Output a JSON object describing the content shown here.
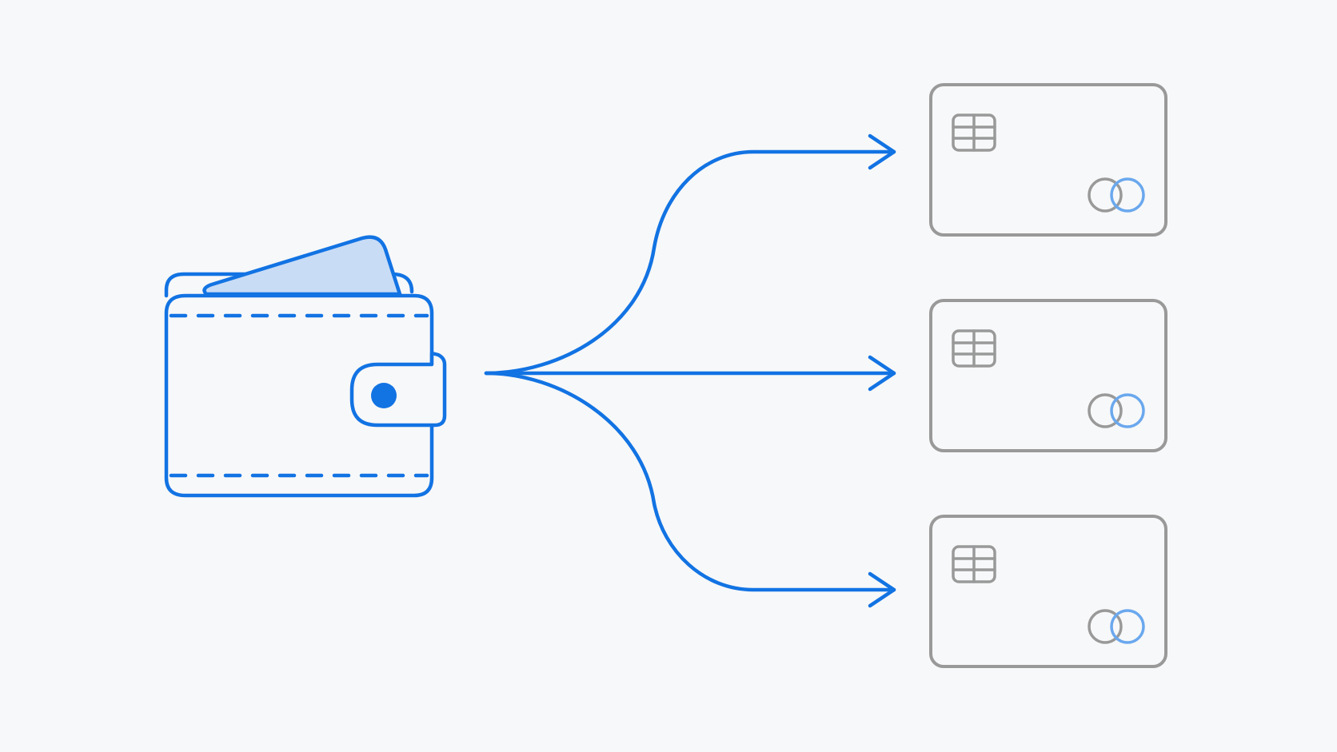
{
  "diagram": {
    "source": {
      "icon": "wallet-icon"
    },
    "connectors": [
      {
        "icon": "arrow-right-icon",
        "shape": "curve-up"
      },
      {
        "icon": "arrow-right-icon",
        "shape": "straight"
      },
      {
        "icon": "arrow-right-icon",
        "shape": "curve-down"
      }
    ],
    "targets": [
      {
        "icon": "credit-card-icon",
        "chip_icon": "chip-icon",
        "logo_icon": "card-network-logo-icon"
      },
      {
        "icon": "credit-card-icon",
        "chip_icon": "chip-icon",
        "logo_icon": "card-network-logo-icon"
      },
      {
        "icon": "credit-card-icon",
        "chip_icon": "chip-icon",
        "logo_icon": "card-network-logo-icon"
      }
    ]
  },
  "colors": {
    "background": "#f7f8f9",
    "accent": "#1273e3",
    "accent_fill": "#c8dcf6",
    "accent_light": "#6aa8ee",
    "card_stroke": "#999999"
  }
}
